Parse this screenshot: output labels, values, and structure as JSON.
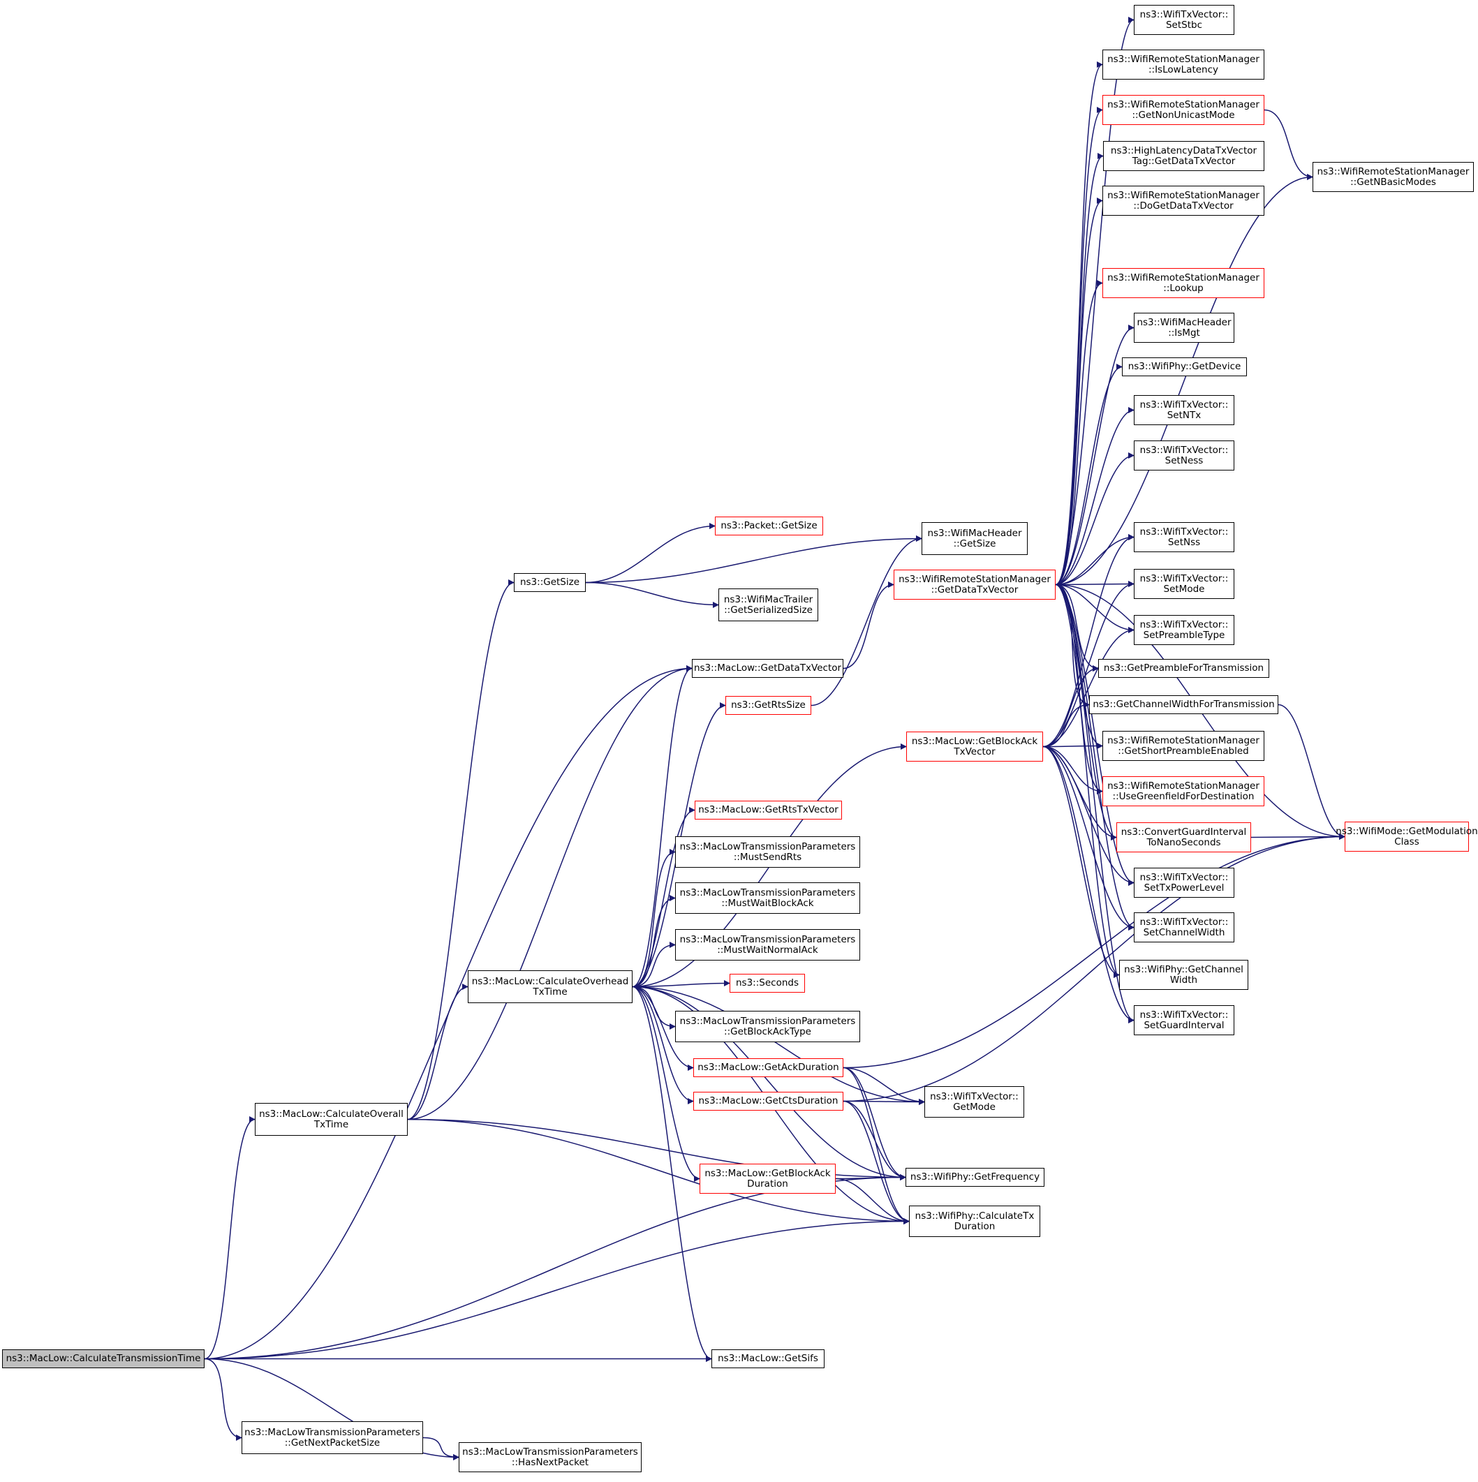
{
  "colors": {
    "edge": "#191970",
    "node_border": "#000000",
    "node_border_incomplete": "#ff0000",
    "root_fill": "#bfbfbf",
    "background": "#ffffff"
  },
  "nodes": {
    "root": {
      "lines": [
        "ns3::MacLow::CalculateTransmissionTime"
      ],
      "style": "root"
    },
    "calcOverall": {
      "lines": [
        "ns3::MacLow::CalculateOverall",
        "TxTime"
      ],
      "style": "normal"
    },
    "getNextPacketSize": {
      "lines": [
        "ns3::MacLowTransmissionParameters",
        "::GetNextPacketSize"
      ],
      "style": "normal"
    },
    "hasNextPacket": {
      "lines": [
        "ns3::MacLowTransmissionParameters",
        "::HasNextPacket"
      ],
      "style": "normal"
    },
    "getSifs": {
      "lines": [
        "ns3::MacLow::GetSifs"
      ],
      "style": "normal"
    },
    "calcOverhead": {
      "lines": [
        "ns3::MacLow::CalculateOverhead",
        "TxTime"
      ],
      "style": "normal"
    },
    "nsGetSize": {
      "lines": [
        "ns3::GetSize"
      ],
      "style": "normal"
    },
    "packetGetSize": {
      "lines": [
        "ns3::Packet::GetSize"
      ],
      "style": "red"
    },
    "trailerSerSize": {
      "lines": [
        "ns3::WifiMacTrailer",
        "::GetSerializedSize"
      ],
      "style": "normal"
    },
    "macLowGetDataTxVector": {
      "lines": [
        "ns3::MacLow::GetDataTxVector"
      ],
      "style": "normal"
    },
    "getRtsSize": {
      "lines": [
        "ns3::GetRtsSize"
      ],
      "style": "red"
    },
    "getRtsTxVector": {
      "lines": [
        "ns3::MacLow::GetRtsTxVector"
      ],
      "style": "red"
    },
    "mustSendRts": {
      "lines": [
        "ns3::MacLowTransmissionParameters",
        "::MustSendRts"
      ],
      "style": "normal"
    },
    "mustWaitBlockAck": {
      "lines": [
        "ns3::MacLowTransmissionParameters",
        "::MustWaitBlockAck"
      ],
      "style": "normal"
    },
    "mustWaitNormalAck": {
      "lines": [
        "ns3::MacLowTransmissionParameters",
        "::MustWaitNormalAck"
      ],
      "style": "normal"
    },
    "seconds": {
      "lines": [
        "ns3::Seconds"
      ],
      "style": "red"
    },
    "getBlockAckType": {
      "lines": [
        "ns3::MacLowTransmissionParameters",
        "::GetBlockAckType"
      ],
      "style": "normal"
    },
    "getAckDuration": {
      "lines": [
        "ns3::MacLow::GetAckDuration"
      ],
      "style": "red"
    },
    "getCtsDuration": {
      "lines": [
        "ns3::MacLow::GetCtsDuration"
      ],
      "style": "red"
    },
    "getBlockAckDuration": {
      "lines": [
        "ns3::MacLow::GetBlockAck",
        "Duration"
      ],
      "style": "red"
    },
    "macHeaderGetSize": {
      "lines": [
        "ns3::WifiMacHeader",
        "::GetSize"
      ],
      "style": "normal"
    },
    "wrsmGetDataTxVector": {
      "lines": [
        "ns3::WifiRemoteStationManager",
        "::GetDataTxVector"
      ],
      "style": "red"
    },
    "getBlockAckTxVector": {
      "lines": [
        "ns3::MacLow::GetBlockAck",
        "TxVector"
      ],
      "style": "red"
    },
    "txVectorGetMode": {
      "lines": [
        "ns3::WifiTxVector::",
        "GetMode"
      ],
      "style": "normal"
    },
    "phyGetFrequency": {
      "lines": [
        "ns3::WifiPhy::GetFrequency"
      ],
      "style": "normal"
    },
    "phyCalculateTxDuration": {
      "lines": [
        "ns3::WifiPhy::CalculateTx",
        "Duration"
      ],
      "style": "normal"
    },
    "setStbc": {
      "lines": [
        "ns3::WifiTxVector::",
        "SetStbc"
      ],
      "style": "normal"
    },
    "isLowLatency": {
      "lines": [
        "ns3::WifiRemoteStationManager",
        "::IsLowLatency"
      ],
      "style": "normal"
    },
    "getNonUnicastMode": {
      "lines": [
        "ns3::WifiRemoteStationManager",
        "::GetNonUnicastMode"
      ],
      "style": "red"
    },
    "hlDataTxVectorTag": {
      "lines": [
        "ns3::HighLatencyDataTxVector",
        "Tag::GetDataTxVector"
      ],
      "style": "normal"
    },
    "doGetDataTxVector": {
      "lines": [
        "ns3::WifiRemoteStationManager",
        "::DoGetDataTxVector"
      ],
      "style": "normal"
    },
    "lookup": {
      "lines": [
        "ns3::WifiRemoteStationManager",
        "::Lookup"
      ],
      "style": "red"
    },
    "isMgt": {
      "lines": [
        "ns3::WifiMacHeader",
        "::IsMgt"
      ],
      "style": "normal"
    },
    "phyGetDevice": {
      "lines": [
        "ns3::WifiPhy::GetDevice"
      ],
      "style": "normal"
    },
    "setNTx": {
      "lines": [
        "ns3::WifiTxVector::",
        "SetNTx"
      ],
      "style": "normal"
    },
    "setNess": {
      "lines": [
        "ns3::WifiTxVector::",
        "SetNess"
      ],
      "style": "normal"
    },
    "setNss": {
      "lines": [
        "ns3::WifiTxVector::",
        "SetNss"
      ],
      "style": "normal"
    },
    "setMode": {
      "lines": [
        "ns3::WifiTxVector::",
        "SetMode"
      ],
      "style": "normal"
    },
    "setPreambleType": {
      "lines": [
        "ns3::WifiTxVector::",
        "SetPreambleType"
      ],
      "style": "normal"
    },
    "getPreambleForTx": {
      "lines": [
        "ns3::GetPreambleForTransmission"
      ],
      "style": "normal"
    },
    "getChannelWidthForTx": {
      "lines": [
        "ns3::GetChannelWidthForTransmission"
      ],
      "style": "normal"
    },
    "getShortPreambleEnabled": {
      "lines": [
        "ns3::WifiRemoteStationManager",
        "::GetShortPreambleEnabled"
      ],
      "style": "normal"
    },
    "useGreenfield": {
      "lines": [
        "ns3::WifiRemoteStationManager",
        "::UseGreenfieldForDestination"
      ],
      "style": "red"
    },
    "convertGuardInterval": {
      "lines": [
        "ns3::ConvertGuardInterval",
        "ToNanoSeconds"
      ],
      "style": "red"
    },
    "setTxPowerLevel": {
      "lines": [
        "ns3::WifiTxVector::",
        "SetTxPowerLevel"
      ],
      "style": "normal"
    },
    "setChannelWidth": {
      "lines": [
        "ns3::WifiTxVector::",
        "SetChannelWidth"
      ],
      "style": "normal"
    },
    "phyGetChannelWidth": {
      "lines": [
        "ns3::WifiPhy::GetChannel",
        "Width"
      ],
      "style": "normal"
    },
    "setGuardInterval": {
      "lines": [
        "ns3::WifiTxVector::",
        "SetGuardInterval"
      ],
      "style": "normal"
    },
    "getNBasicModes": {
      "lines": [
        "ns3::WifiRemoteStationManager",
        "::GetNBasicModes"
      ],
      "style": "normal"
    },
    "getModulationClass": {
      "lines": [
        "ns3::WifiMode::GetModulation",
        "Class"
      ],
      "style": "red"
    }
  },
  "edges": [
    [
      "root",
      "calcOverall"
    ],
    [
      "root",
      "getNextPacketSize"
    ],
    [
      "root",
      "hasNextPacket"
    ],
    [
      "root",
      "getSifs"
    ],
    [
      "root",
      "macLowGetDataTxVector"
    ],
    [
      "root",
      "phyGetFrequency"
    ],
    [
      "root",
      "phyCalculateTxDuration"
    ],
    [
      "getNextPacketSize",
      "hasNextPacket"
    ],
    [
      "calcOverall",
      "nsGetSize"
    ],
    [
      "calcOverall",
      "calcOverhead"
    ],
    [
      "calcOverall",
      "macLowGetDataTxVector"
    ],
    [
      "calcOverall",
      "phyGetFrequency"
    ],
    [
      "calcOverall",
      "phyCalculateTxDuration"
    ],
    [
      "nsGetSize",
      "packetGetSize"
    ],
    [
      "nsGetSize",
      "macHeaderGetSize"
    ],
    [
      "nsGetSize",
      "trailerSerSize"
    ],
    [
      "calcOverhead",
      "macLowGetDataTxVector"
    ],
    [
      "calcOverhead",
      "getRtsSize"
    ],
    [
      "calcOverhead",
      "getBlockAckTxVector"
    ],
    [
      "calcOverhead",
      "txVectorGetMode"
    ],
    [
      "calcOverhead",
      "getRtsTxVector"
    ],
    [
      "calcOverhead",
      "mustSendRts"
    ],
    [
      "calcOverhead",
      "mustWaitBlockAck"
    ],
    [
      "calcOverhead",
      "mustWaitNormalAck"
    ],
    [
      "calcOverhead",
      "seconds"
    ],
    [
      "calcOverhead",
      "getBlockAckType"
    ],
    [
      "calcOverhead",
      "getAckDuration"
    ],
    [
      "calcOverhead",
      "getCtsDuration"
    ],
    [
      "calcOverhead",
      "getBlockAckDuration"
    ],
    [
      "calcOverhead",
      "phyGetFrequency"
    ],
    [
      "calcOverhead",
      "phyCalculateTxDuration"
    ],
    [
      "calcOverhead",
      "getSifs"
    ],
    [
      "macLowGetDataTxVector",
      "wrsmGetDataTxVector"
    ],
    [
      "getRtsSize",
      "macHeaderGetSize"
    ],
    [
      "getAckDuration",
      "txVectorGetMode"
    ],
    [
      "getAckDuration",
      "phyGetFrequency"
    ],
    [
      "getAckDuration",
      "phyCalculateTxDuration"
    ],
    [
      "getAckDuration",
      "getModulationClass"
    ],
    [
      "getCtsDuration",
      "txVectorGetMode"
    ],
    [
      "getCtsDuration",
      "phyGetFrequency"
    ],
    [
      "getCtsDuration",
      "phyCalculateTxDuration"
    ],
    [
      "getCtsDuration",
      "getModulationClass"
    ],
    [
      "getBlockAckDuration",
      "phyGetFrequency"
    ],
    [
      "getBlockAckDuration",
      "phyCalculateTxDuration"
    ],
    [
      "wrsmGetDataTxVector",
      "setStbc"
    ],
    [
      "wrsmGetDataTxVector",
      "isLowLatency"
    ],
    [
      "wrsmGetDataTxVector",
      "getNonUnicastMode"
    ],
    [
      "wrsmGetDataTxVector",
      "hlDataTxVectorTag"
    ],
    [
      "wrsmGetDataTxVector",
      "doGetDataTxVector"
    ],
    [
      "wrsmGetDataTxVector",
      "getNBasicModes"
    ],
    [
      "wrsmGetDataTxVector",
      "lookup"
    ],
    [
      "wrsmGetDataTxVector",
      "isMgt"
    ],
    [
      "wrsmGetDataTxVector",
      "phyGetDevice"
    ],
    [
      "wrsmGetDataTxVector",
      "setNTx"
    ],
    [
      "wrsmGetDataTxVector",
      "setNess"
    ],
    [
      "wrsmGetDataTxVector",
      "setNss"
    ],
    [
      "wrsmGetDataTxVector",
      "setMode"
    ],
    [
      "wrsmGetDataTxVector",
      "setPreambleType"
    ],
    [
      "wrsmGetDataTxVector",
      "getPreambleForTx"
    ],
    [
      "wrsmGetDataTxVector",
      "getChannelWidthForTx"
    ],
    [
      "wrsmGetDataTxVector",
      "getShortPreambleEnabled"
    ],
    [
      "wrsmGetDataTxVector",
      "useGreenfield"
    ],
    [
      "wrsmGetDataTxVector",
      "convertGuardInterval"
    ],
    [
      "wrsmGetDataTxVector",
      "setTxPowerLevel"
    ],
    [
      "wrsmGetDataTxVector",
      "setChannelWidth"
    ],
    [
      "wrsmGetDataTxVector",
      "phyGetChannelWidth"
    ],
    [
      "wrsmGetDataTxVector",
      "setGuardInterval"
    ],
    [
      "wrsmGetDataTxVector",
      "getModulationClass"
    ],
    [
      "getBlockAckTxVector",
      "setNss"
    ],
    [
      "getBlockAckTxVector",
      "setMode"
    ],
    [
      "getBlockAckTxVector",
      "setPreambleType"
    ],
    [
      "getBlockAckTxVector",
      "getPreambleForTx"
    ],
    [
      "getBlockAckTxVector",
      "getChannelWidthForTx"
    ],
    [
      "getBlockAckTxVector",
      "getShortPreambleEnabled"
    ],
    [
      "getBlockAckTxVector",
      "useGreenfield"
    ],
    [
      "getBlockAckTxVector",
      "convertGuardInterval"
    ],
    [
      "getBlockAckTxVector",
      "setTxPowerLevel"
    ],
    [
      "getBlockAckTxVector",
      "setChannelWidth"
    ],
    [
      "getBlockAckTxVector",
      "phyGetChannelWidth"
    ],
    [
      "getBlockAckTxVector",
      "setGuardInterval"
    ],
    [
      "getNonUnicastMode",
      "getNBasicModes"
    ],
    [
      "convertGuardInterval",
      "getModulationClass"
    ],
    [
      "getChannelWidthForTx",
      "getModulationClass"
    ]
  ]
}
